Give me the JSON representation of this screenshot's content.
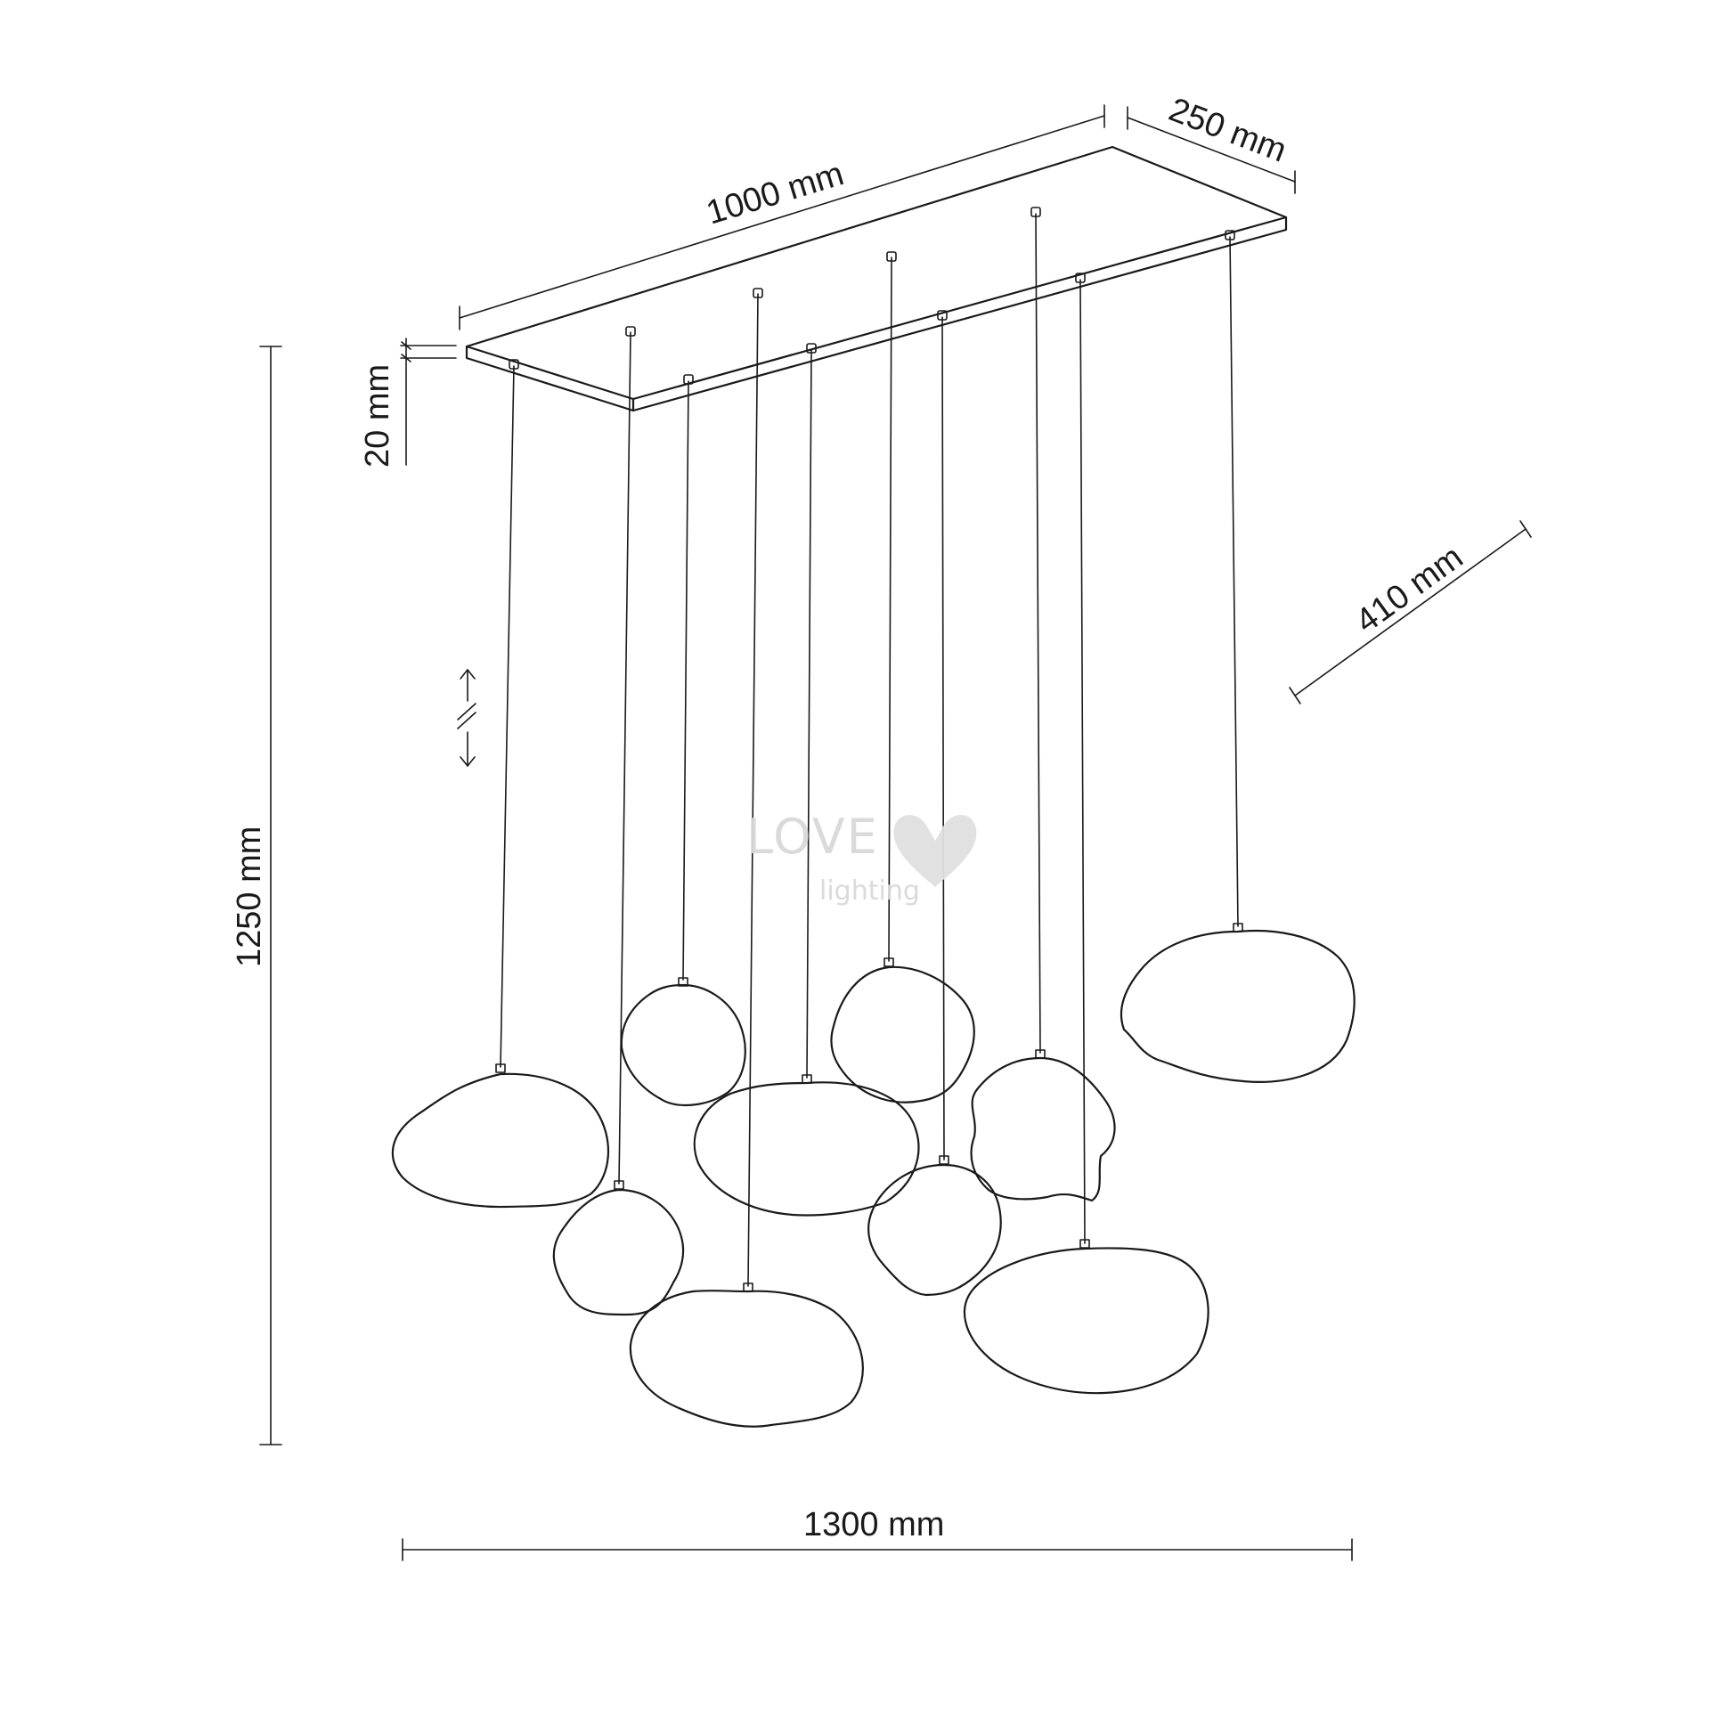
{
  "dimensions": {
    "width_top": "1000 mm",
    "depth_top": "250 mm",
    "plate_thickness": "20 mm",
    "total_height": "1250 mm",
    "total_width": "1300 mm",
    "shade_diameter": "410 mm"
  },
  "watermark": {
    "brand_top": "LOVE",
    "brand_bottom": "lighting"
  },
  "colors": {
    "line": "#1a1a1a",
    "watermark": "#d9d9d9"
  }
}
